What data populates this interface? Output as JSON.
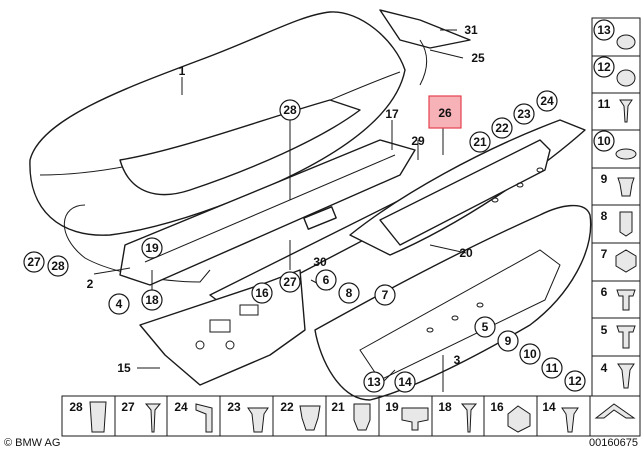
{
  "diagram": {
    "parts": {
      "p1": "1",
      "p2": "2",
      "p3": "3",
      "p4": "4",
      "p5": "5",
      "p6": "6",
      "p7": "7",
      "p8": "8",
      "p9": "9",
      "p10": "10",
      "p11": "11",
      "p12": "12",
      "p13": "13",
      "p14": "14",
      "p15": "15",
      "p16": "16",
      "p17": "17",
      "p18": "18",
      "p19": "19",
      "p20": "20",
      "p21": "21",
      "p22": "22",
      "p23": "23",
      "p24": "24",
      "p25": "25",
      "p26": "26",
      "p27": "27",
      "p28": "28",
      "p29": "29",
      "p30": "30",
      "p31": "31"
    },
    "highlighted_part": "26",
    "side_column": [
      "13",
      "12",
      "11",
      "10",
      "9",
      "8",
      "7",
      "6",
      "5",
      "4"
    ],
    "bottom_row": [
      "28",
      "27",
      "24",
      "23",
      "22",
      "21",
      "19",
      "18",
      "16",
      "14"
    ],
    "footer": {
      "brand": "© BMW AG",
      "code": "00160675"
    }
  }
}
